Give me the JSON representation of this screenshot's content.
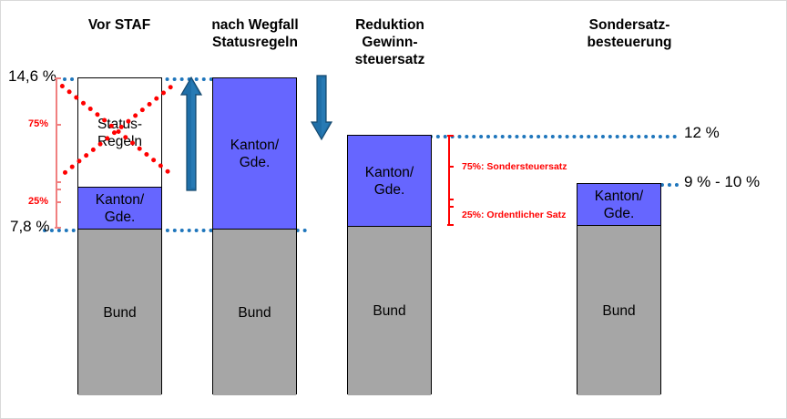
{
  "chart_data": {
    "type": "bar",
    "title": "",
    "subtitle": "",
    "xlabel": "",
    "ylabel": "",
    "ylim": [
      0,
      14.6
    ],
    "grid": false,
    "legend_position": "none",
    "unit": "%",
    "categories": [
      "Vor STAF",
      "nach Wegfall\nStatusregeln",
      "Reduktion\nGewinn-\nsteuersatz",
      "Sondersatz-\nbesteuerung"
    ],
    "series": [
      {
        "name": "Bund",
        "values": [
          7.8,
          7.8,
          7.8,
          7.8
        ]
      },
      {
        "name": "Kanton/Gde.",
        "values": [
          2.2,
          6.8,
          4.2,
          1.9
        ]
      },
      {
        "name": "Status-Regeln",
        "values": [
          4.6,
          0,
          0,
          0
        ]
      }
    ],
    "bar_totals": [
      14.6,
      14.6,
      12.0,
      9.7
    ],
    "reference_lines": [
      {
        "label": "14,6 %",
        "value": 14.6
      },
      {
        "label": "7,8 %",
        "value": 7.8
      },
      {
        "label": "12 %",
        "value": 12.0
      },
      {
        "label": "9 % - 10 %",
        "value": 9.7
      }
    ],
    "annotations": [
      {
        "text": "75%",
        "kind": "bracket-left"
      },
      {
        "text": "25%",
        "kind": "bracket-left"
      },
      {
        "text": "75%: Sondersteuersatz",
        "kind": "bracket-mid"
      },
      {
        "text": "25%: Ordentlicher Satz",
        "kind": "bracket-mid"
      },
      {
        "text": "crossed-out-red-X over Status-Regeln",
        "kind": "strikeout"
      },
      {
        "text": "up-arrow between bar 1 and bar 2",
        "kind": "arrow-up"
      },
      {
        "text": "down-arrow between bar 2 and bar 3",
        "kind": "arrow-down"
      }
    ],
    "colors": {
      "bund": "#A6A6A6",
      "kanton": "#6666FF",
      "status": "#FFFFFF",
      "guide_line": "#1F76BC",
      "strikeout": "#FF0000",
      "bracket_left": "#F08080",
      "bracket_mid": "#FF0000",
      "arrow": "#1F6FA8",
      "text": "#000000"
    }
  },
  "headings": [
    {
      "id": "col1",
      "text": "Vor STAF"
    },
    {
      "id": "col2",
      "text": "nach Wegfall\nStatusregeln"
    },
    {
      "id": "col3",
      "text": "Reduktion\nGewinn-\nsteuersatz"
    },
    {
      "id": "col4",
      "text": "Sondersatz-\nbesteuerung"
    }
  ],
  "bars": [
    {
      "id": "bar-vor-staf",
      "segments": [
        {
          "id": "status",
          "label": "Status-\nRegeln"
        },
        {
          "id": "kanton",
          "label": "Kanton/\nGde."
        },
        {
          "id": "bund",
          "label": "Bund"
        }
      ]
    },
    {
      "id": "bar-nach-wegfall",
      "segments": [
        {
          "id": "kanton",
          "label": "Kanton/\nGde."
        },
        {
          "id": "bund",
          "label": "Bund"
        }
      ]
    },
    {
      "id": "bar-reduktion",
      "segments": [
        {
          "id": "kanton",
          "label": "Kanton/\nGde."
        },
        {
          "id": "bund",
          "label": "Bund"
        }
      ]
    },
    {
      "id": "bar-sondersatz",
      "segments": [
        {
          "id": "kanton",
          "label": "Kanton/\nGde."
        },
        {
          "id": "bund",
          "label": "Bund"
        }
      ]
    }
  ],
  "axis_labels": {
    "top": "14,6 %",
    "bottom": "7,8 %"
  },
  "guide_labels": {
    "twelve": "12 %",
    "nine_ten": "9 % - 10 %"
  },
  "left_bracket": {
    "upper": "75%",
    "lower": "25%"
  },
  "mid_bracket": {
    "upper": "75%: Sondersteuersatz",
    "lower": "25%: Ordentlicher Satz"
  }
}
